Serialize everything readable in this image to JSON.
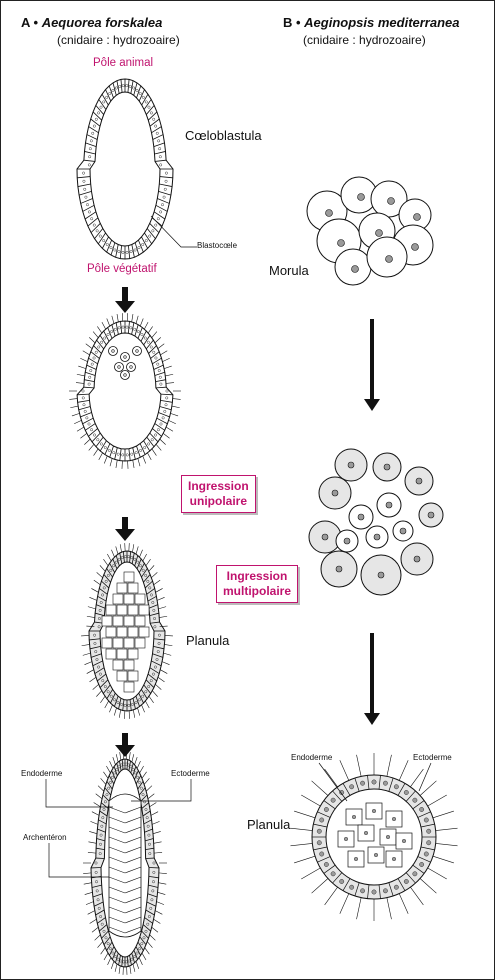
{
  "panel_a": {
    "letter": "A",
    "species": "Aequorea forskalea",
    "group": "(cnidaire : hydrozoaire)",
    "pole_animal": "Pôle animal",
    "pole_vegetatif": "Pôle végétatif",
    "stage_coeloblastula": "Cœloblastula",
    "label_blastocoele": "Blastocœle",
    "box_ingression": [
      "Ingression",
      "unipolaire"
    ],
    "stage_planula": "Planula",
    "label_endoderme": "Endoderme",
    "label_ectoderme": "Ectoderme",
    "label_archenteron": "Archentéron"
  },
  "panel_b": {
    "letter": "B",
    "species": "Aeginopsis mediterranea",
    "group": "(cnidaire : hydrozoaire)",
    "stage_morula": "Morula",
    "box_ingression": [
      "Ingression",
      "multipolaire"
    ],
    "stage_planula": "Planula",
    "label_endoderme": "Endoderme",
    "label_ectoderme": "Ectoderme"
  },
  "colors": {
    "accent": "#c0136e",
    "cell_fill": "#e6e6e6",
    "nucleus": "#9a9a9a"
  }
}
